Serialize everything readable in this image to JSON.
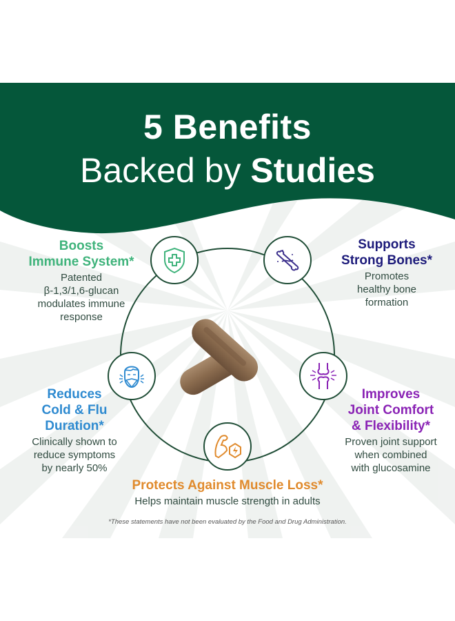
{
  "header": {
    "title_line1": "5 Benefits",
    "title_line2_regular": "Backed by",
    "title_line2_bold": "Studies",
    "band_color": "#05573a"
  },
  "benefits": [
    {
      "id": "immune",
      "heading_line1": "Boosts",
      "heading_line2": "Immune System*",
      "description_lines": [
        "Patented",
        "β-1,3/1,6-glucan",
        "modulates immune",
        "response"
      ],
      "color": "#3fb37b",
      "icon": "shield-plus-icon"
    },
    {
      "id": "bones",
      "heading_line1": "Supports",
      "heading_line2": "Strong Bones*",
      "description_lines": [
        "Promotes",
        "healthy bone",
        "formation"
      ],
      "color": "#1c1a7a",
      "icon": "bone-icon"
    },
    {
      "id": "cold-flu",
      "heading_line1": "Reduces",
      "heading_line2": "Cold & Flu",
      "heading_line3": "Duration*",
      "description_lines": [
        "Clinically shown to",
        "reduce symptoms",
        "by nearly 50%"
      ],
      "color": "#2e8ad0",
      "icon": "sneeze-face-icon"
    },
    {
      "id": "joint",
      "heading_line1": "Improves",
      "heading_line2": "Joint Comfort",
      "heading_line3": "& Flexibility*",
      "description_lines": [
        "Proven joint support",
        "when combined",
        "with glucosamine"
      ],
      "color": "#8a23b5",
      "icon": "knee-joint-icon"
    },
    {
      "id": "muscle",
      "heading_line1": "Protects Against Muscle Loss*",
      "description_lines": [
        "Helps maintain muscle strength in adults"
      ],
      "color": "#e08a2c",
      "icon": "flexed-arm-bolt-icon"
    }
  ],
  "disclaimer": "*These statements have not been evaluated by the Food and Drug Administration.",
  "colors": {
    "ring_stroke": "#1f4d36",
    "body_text": "#2f4a3f",
    "capsule": "#8a6b4e"
  }
}
